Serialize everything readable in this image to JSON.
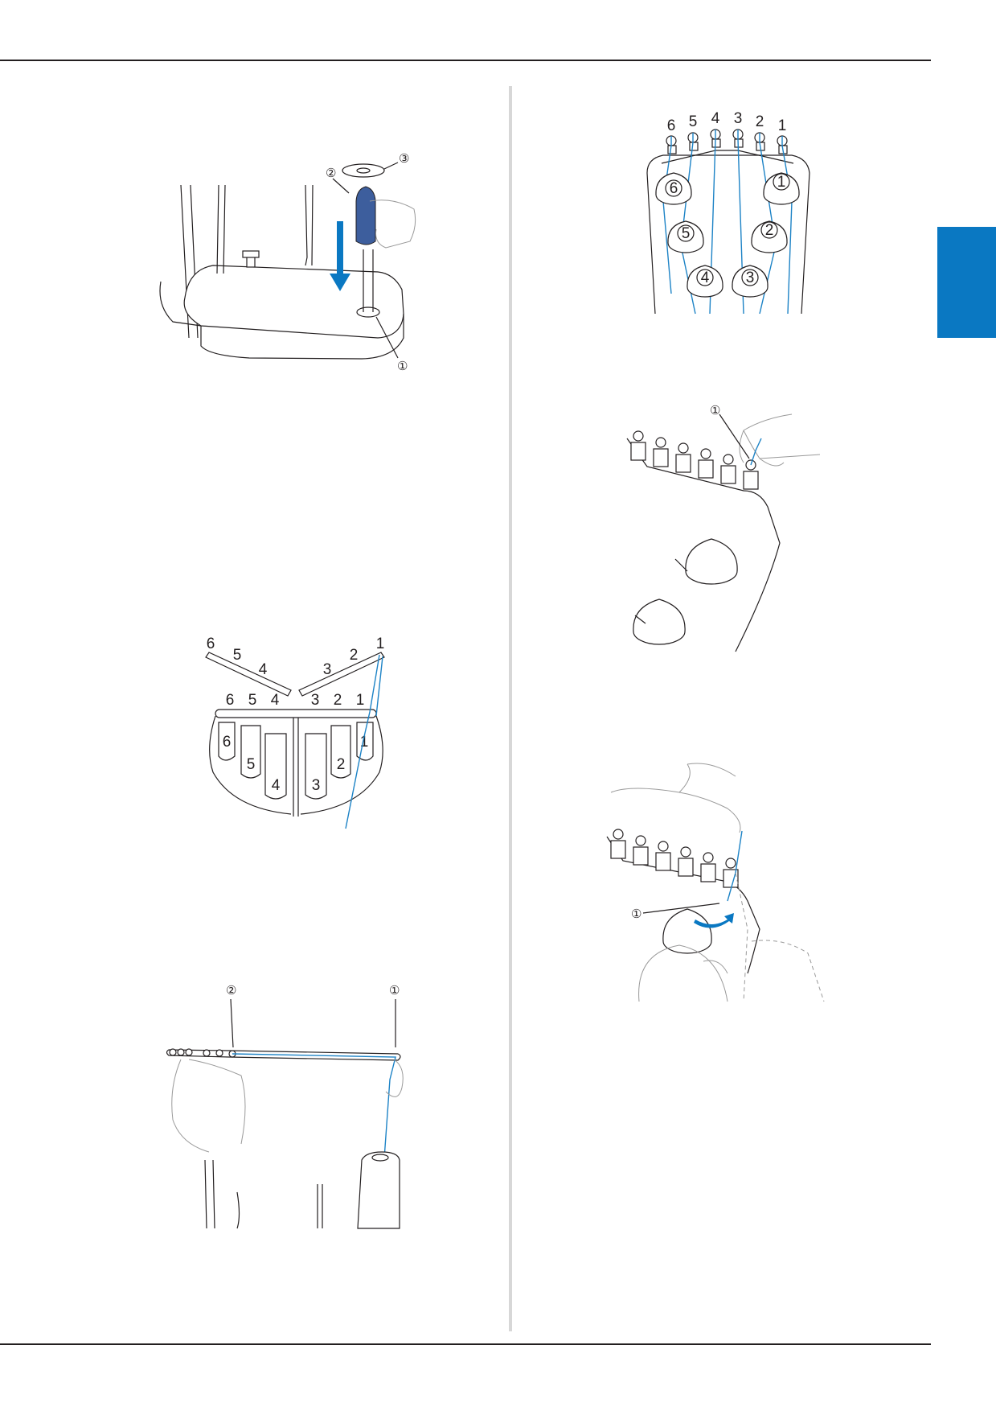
{
  "figure1": {
    "callouts": [
      "①",
      "②",
      "③"
    ]
  },
  "figure2": {
    "guide_labels": [
      "6",
      "5",
      "4",
      "3",
      "2",
      "1"
    ],
    "spool_labels": [
      "6",
      "5",
      "4",
      "3",
      "2",
      "1"
    ]
  },
  "figure3": {
    "arm_labels": [
      "6",
      "5",
      "4",
      "3",
      "2",
      "1"
    ],
    "plate_labels": [
      "6",
      "5",
      "4",
      "3",
      "2",
      "1"
    ],
    "spool_labels": [
      "6",
      "5",
      "4",
      "3",
      "2",
      "1"
    ]
  },
  "figure4": {
    "callouts": [
      "②",
      "①"
    ]
  },
  "figure5": {
    "callouts": [
      "①"
    ]
  },
  "figure6": {
    "callouts": [
      "①"
    ]
  },
  "colors": {
    "accent": "#0a78c2",
    "thread": "#1d83c6",
    "divider": "#d7d7d7"
  }
}
